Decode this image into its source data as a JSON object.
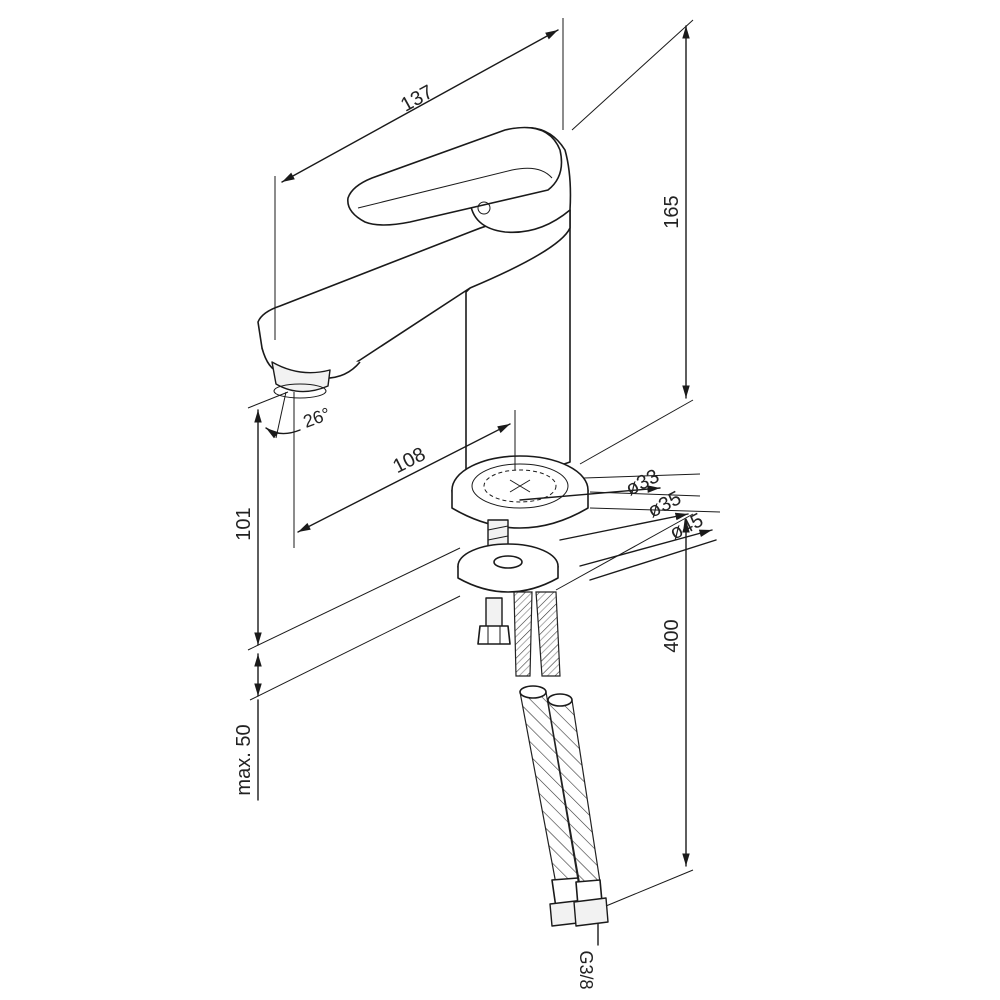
{
  "dimensions": {
    "handle_length": "137",
    "total_height": "165",
    "spout_reach": "108",
    "spout_height": "101",
    "aerator_angle": "26°",
    "diameter_inner": "ø33",
    "diameter_mid": "ø35",
    "diameter_base": "ø45",
    "hose_length": "400",
    "max_deck_thickness": "max. 50",
    "connection_thread": "G3/8"
  }
}
